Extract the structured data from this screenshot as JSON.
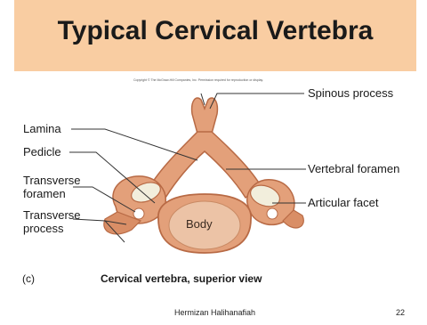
{
  "slide": {
    "title": "Typical Cervical Vertebra",
    "copyright": "Copyright © The McGraw-Hill Companies, Inc. Permission required for reproduction or display.",
    "panel_label": "(c)",
    "caption": "Cervical vertebra, superior view",
    "author": "Hermizan Halihanafiah",
    "page_number": "22"
  },
  "labels": {
    "lamina": "Lamina",
    "pedicle": "Pedicle",
    "transverse_foramen_line1": "Transverse",
    "transverse_foramen_line2": "foramen",
    "transverse_process_line1": "Transverse",
    "transverse_process_line2": "process",
    "spinous_process": "Spinous process",
    "vertebral_foramen": "Vertebral foramen",
    "articular_facet": "Articular facet",
    "body": "Body"
  },
  "colors": {
    "title_band": "#f9cda2",
    "bone": "#e3a07a",
    "bone_dark": "#b86a45",
    "body_center": "#ecc3a6",
    "facet": "#f2eedc"
  }
}
